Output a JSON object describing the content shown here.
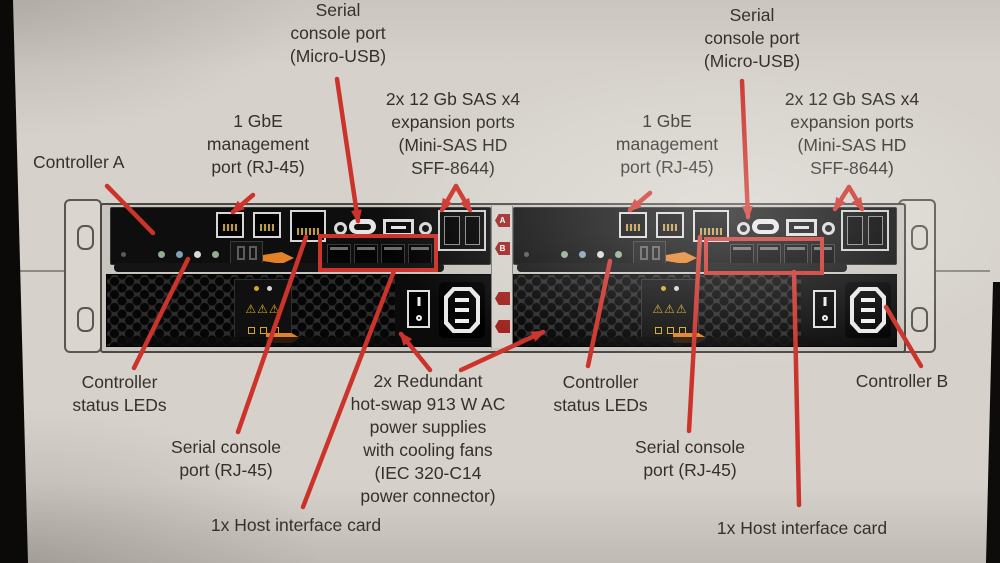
{
  "callouts": {
    "controller_a": "Controller A",
    "controller_b": "Controller B",
    "serial_console_micro_usb": "Serial\nconsole port\n(Micro-USB)",
    "gbe_management": "1 GbE\nmanagement\nport (RJ-45)",
    "sas_expansion": "2x 12 Gb SAS x4\nexpansion ports\n(Mini-SAS HD\nSFF-8644)",
    "controller_status_leds": "Controller\nstatus LEDs",
    "serial_console_rj45": "Serial console\nport (RJ-45)",
    "power_supplies": "2x Redundant\nhot-swap 913 W AC\npower supplies\nwith cooling fans\n(IEC 320-C14\npower connector)",
    "host_interface_card": "1x Host interface card"
  },
  "markers": {
    "slot_a": "A",
    "slot_b": "B"
  },
  "icons": {
    "psu_warning_row": "⚠⚠⚠"
  },
  "colors": {
    "callout_red": "#cb332b",
    "label_text": "#34312d",
    "chassis_black": "#111111",
    "latch_orange": "#e28127",
    "warning_yellow": "#d7a721",
    "screen_background": "#d6d2cb"
  }
}
